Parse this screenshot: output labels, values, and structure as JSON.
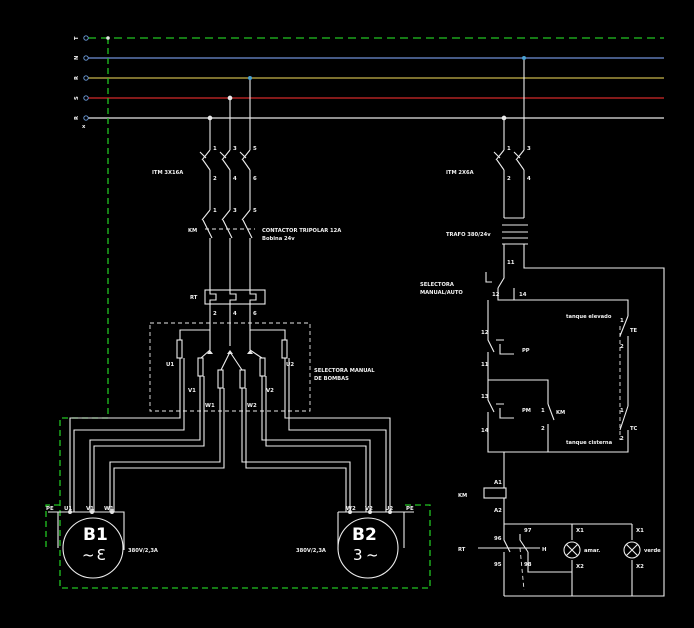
{
  "bus": {
    "labels": [
      "T",
      "N",
      "R",
      "S",
      "R"
    ],
    "bottom_mark": "x",
    "colors": [
      "#22c422",
      "#6f8fd8",
      "#c8b54a",
      "#d42a2a",
      "#e6e6e6"
    ]
  },
  "power": {
    "itm_label": "ITM 3X16A",
    "contactor_tag": "KM",
    "contactor_label": "CONTACTOR TRIPOLAR 12A",
    "contactor_coil": "Bobina 24v",
    "rt_tag": "RT",
    "terminals_top": [
      "1",
      "3",
      "5"
    ],
    "terminals_bottom": [
      "2",
      "4",
      "6"
    ],
    "selector_label": "SELECTORA MANUAL",
    "selector_label2": "DE BOMBAS",
    "selector_terms": [
      "U1",
      "V1",
      "W1",
      "W2",
      "V2",
      "U2"
    ]
  },
  "motors": {
    "b1": {
      "name": "B1",
      "rating": "380V/2,3A",
      "terms": [
        "PE",
        "U1",
        "V1",
        "W1"
      ],
      "symbol": "~",
      "phase_symbol": "3"
    },
    "b2": {
      "name": "B2",
      "rating": "380V/2,3A",
      "terms": [
        "W2",
        "V2",
        "U2",
        "PE"
      ],
      "symbol": "~",
      "phase_symbol": "3"
    }
  },
  "control": {
    "itm_label": "ITM 2X6A",
    "itm_terms": [
      "1",
      "3",
      "2",
      "4"
    ],
    "trafo_label": "TRAFO 380/24v",
    "selector_tag": "SELECTORA",
    "selector_tag2": "MANUAL/AUTO",
    "selector_terms": [
      "11",
      "12",
      "14"
    ],
    "pp_tag": "PP",
    "pp_terms": [
      "12",
      "11"
    ],
    "pm_tag": "PM",
    "pm_terms": [
      "13",
      "14"
    ],
    "km_tag": "KM",
    "km_terms": [
      "1",
      "2"
    ],
    "te_tag": "TE",
    "te_label": "tanque elevado",
    "te_terms": [
      "1",
      "2"
    ],
    "tc_tag": "TC",
    "tc_label": "tanque cisterna",
    "tc_terms": [
      "1",
      "2"
    ],
    "coil_tag": "KM",
    "coil_terms": [
      "A1",
      "A2"
    ],
    "rt_tag": "RT",
    "rt_terms": [
      "96",
      "95",
      "97",
      "98",
      "H"
    ],
    "lamp1_terms": [
      "X1",
      "X2"
    ],
    "lamp1_label": "amar.",
    "lamp2_terms": [
      "X1",
      "X2"
    ],
    "lamp2_label": "verde"
  }
}
